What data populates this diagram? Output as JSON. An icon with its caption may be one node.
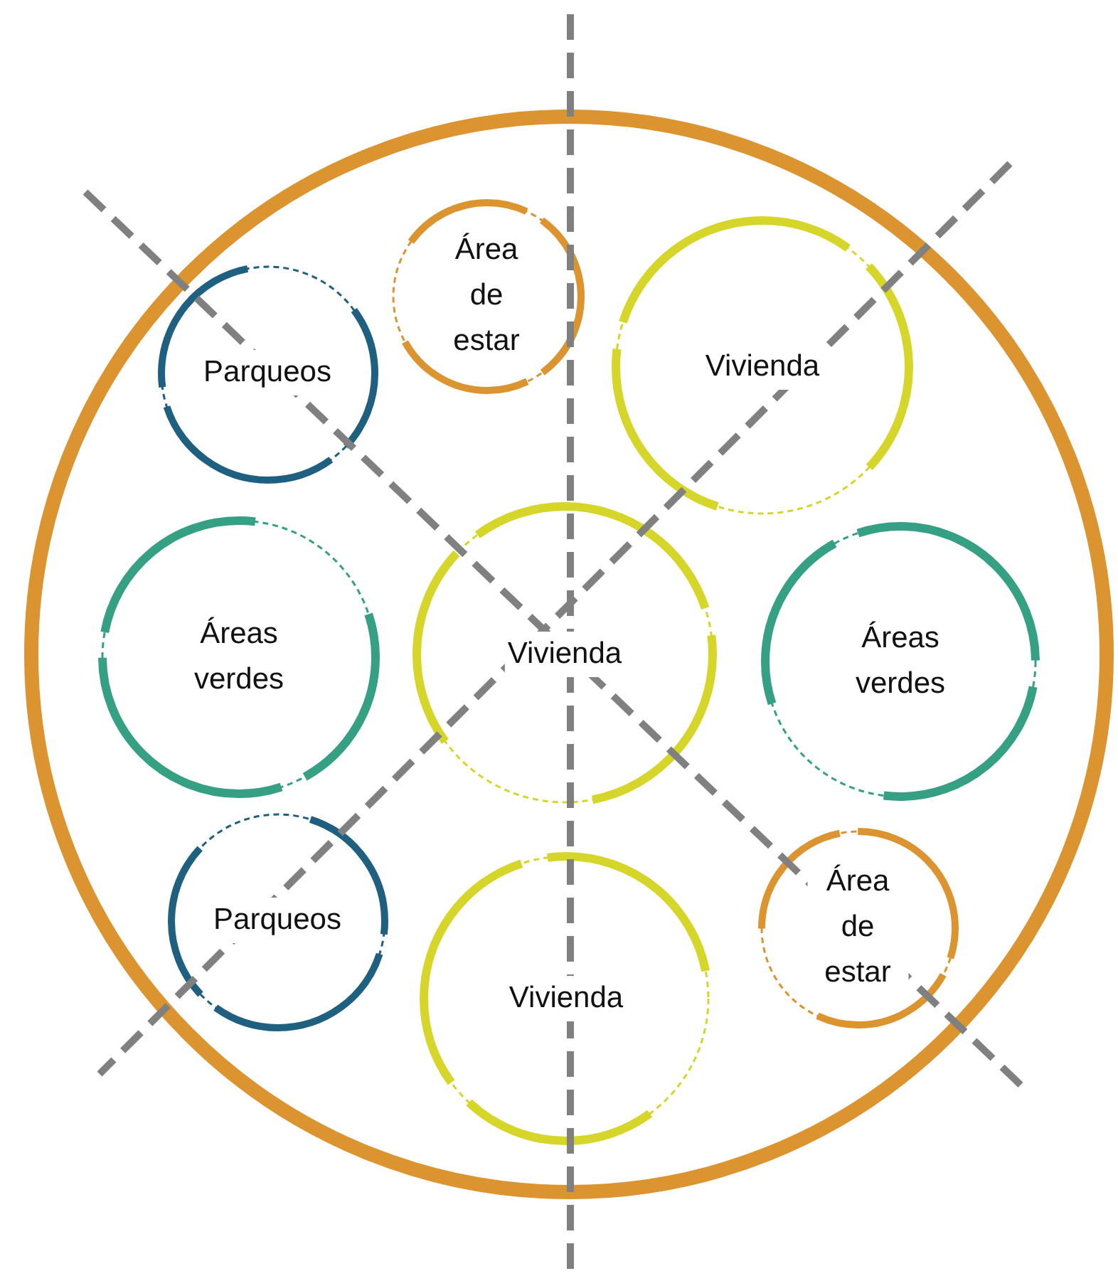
{
  "diagram": {
    "nodes": [
      {
        "text": [],
        "shape": "circle"
      },
      {
        "text": [
          "Parqueos"
        ],
        "in": 0
      },
      {
        "text": [
          "Área de estar"
        ],
        "in": 0
      },
      {
        "text": [
          "Vivienda"
        ],
        "in": 0
      },
      {
        "text": [
          "Áreas verdes"
        ],
        "in": 0
      },
      {
        "text": [
          "Vivienda"
        ],
        "in": 0
      },
      {
        "text": [
          "Áreas verdes"
        ],
        "in": 0
      },
      {
        "text": [
          "Parqueos"
        ],
        "in": 0
      },
      {
        "text": [
          "Vivienda"
        ],
        "in": 0
      },
      {
        "text": [
          "Área de estar"
        ],
        "in": 0
      }
    ]
  }
}
